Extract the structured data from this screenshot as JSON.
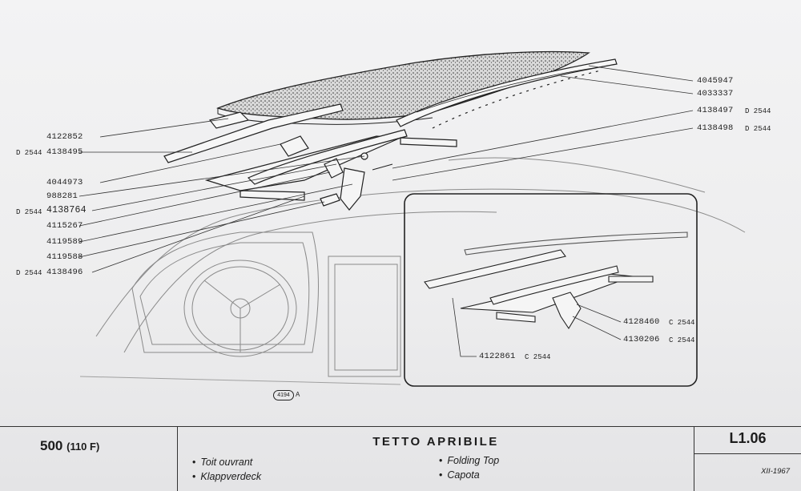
{
  "parts": {
    "p4045947": "4045947",
    "p4033337": "4033337",
    "p4138497": "4138497",
    "c4138497": "D 2544",
    "p4138498": "4138498",
    "c4138498": "D 2544",
    "p4122852": "4122852",
    "p4138495": "4138495",
    "c4138495": "D 2544",
    "p4044973": "4044973",
    "p988281": "988281",
    "p4138764": "4138764",
    "c4138764": "D 2544",
    "p4115267": "4115267",
    "p4119589": "4119589",
    "p4119588": "4119588",
    "p4138496": "4138496",
    "c4138496": "D 2544",
    "p4128460": "4128460",
    "c4128460": "C 2544",
    "p4130206": "4130206",
    "c4130206": "C 2544",
    "p4122861": "4122861",
    "c4122861": "C 2544"
  },
  "figure": {
    "ref_id": "4194",
    "ref_suffix": "A"
  },
  "footer": {
    "model": "500",
    "model_sub": "(110 F)",
    "title": "TETTO APRIBILE",
    "translations": {
      "french": "Toit ouvrant",
      "german": "Klappverdeck",
      "english": "Folding Top",
      "spanish": "Capota"
    },
    "page": "L1.06",
    "date": "XII-1967"
  }
}
